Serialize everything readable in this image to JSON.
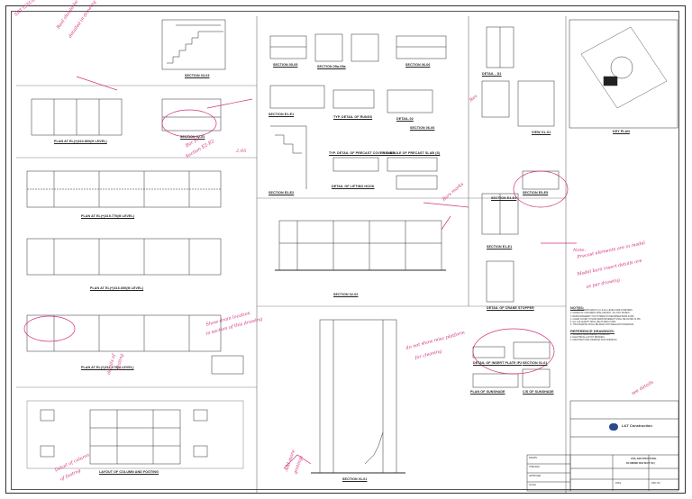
{
  "titles": {
    "section_03_03": "SECTION 03-03",
    "section_05_05": "SECTION 05-05",
    "section_05a_05a": "SECTION 05a-05a",
    "section_06_06": "SECTION 06-06",
    "detail_d1": "DETAIL - D1",
    "section_e1_e1": "SECTION E1-E1",
    "section_02_02": "SECTION 02-02",
    "typ_detail_rungs": "TYP. DETAIL OF RUNGS",
    "detail_02": "DETAIL-02",
    "typ_detail_precast": "TYP. DETAIL OF PRECAST COVER SLAB",
    "schedule_precast": "SCHEDULE OF PRECAST SLAB (S)",
    "detail_lifting_hook": "DETAIL OF LIFTING HOOK",
    "section_e2_e2": "SECTION E2-E2",
    "section_06_06b": "SECTION 06-06",
    "view_x1x1": "VIEW X1-X1",
    "key_plan": "KEY PLAN",
    "section_e4_e4": "SECTION E4-E4",
    "section_e1_e1b": "SECTION E1-E1",
    "section_e5_e5": "SECTION E5-E5",
    "plan_el1": "PLAN AT EL(+)322.800(H LEVEL)",
    "plan_el2": "PLAN AT EL(+)319.770(M LEVEL)",
    "plan_el3": "PLAN AT EL(+)316.650(M LEVEL)",
    "plan_el4": "PLAN AT EL(+)311.175(H LEVEL)",
    "section_02_02b": "SECTION 02-02",
    "detail_crane_stopper": "DETAIL OF CRANE STOPPER",
    "detail_insert_plate": "DETAIL OF INSERT PLATE IP2",
    "section_01": "SECTION 01-01",
    "plan_sunshade": "PLAN OF SUNSHADE",
    "c_s_sunshade": "C/S OF SUNSHADE",
    "layout_column": "LAYOUT OF COLUMN AND FOOTING",
    "section_01_01": "SECTION 01-01"
  },
  "notes": {
    "heading": "NOTES:",
    "items": [
      "1. ALL DIMENSIONS ARE IN mm & ALL LEVELS ARE IN METRES.",
      "2. GRADE OF CONCRETE SHALL BE M30 - ALL RCC WORKS.",
      "3. REINFORCEMENT: HIGH STRENGTH DEFORMED BARS Fe500.",
      "4. CLEAR COVER TO MAIN REINFORCEMENT SHALL BE AS PER IS 456.",
      "5. ALL LAP LENGTH SHALL BE AS PER IS 2502.",
      "6. THIS DRAWING SHALL BE READ WITH RELEVANT DRAWINGS."
    ],
    "ref_heading": "REFERENCE DRAWINGS:",
    "refs": [
      "1. GENERAL ARRANGEMENT DRAWING",
      "2. ELECTRICAL LAYOUT DRAWING",
      "3. ARCHITECTURAL DRAWING FOR OPENINGS"
    ]
  },
  "title_block": {
    "company": "L&T Construction",
    "project": "CIVIL AND STRUCTURAL",
    "drawing_title": "RC RIBBED BOX BUCT (4C)",
    "row_labels": [
      "DRAWN",
      "CHECKED",
      "APPROVED",
      "SCALE",
      "DATE",
      "DRG NO."
    ]
  },
  "annotations": {
    "a1": "Reel should be",
    "a2": "detailed in drawing",
    "a3": "Bar for",
    "a4": "Section E2-E2",
    "a5": "2.95",
    "a6": "Note:",
    "a7": "Precast elements are in model",
    "a8": "Model bars insert details are",
    "a9": "as per drawing",
    "a10": "Show drain location",
    "a11": "in section of this drawing",
    "a12": "do not show misc platform",
    "a13": "for cleaning",
    "a14": "Bars marks",
    "a15": "SRT ISSUE",
    "a16": "details of",
    "a17": "grating",
    "a18": "Detail of column",
    "a19": "of footing",
    "a20": "Add more",
    "a21": "gratings",
    "a22": "see details",
    "a23": "Rev"
  },
  "colors": {
    "line": "#2a2a2a",
    "markup": "#d0307a",
    "faint": "#8a8a8a"
  }
}
